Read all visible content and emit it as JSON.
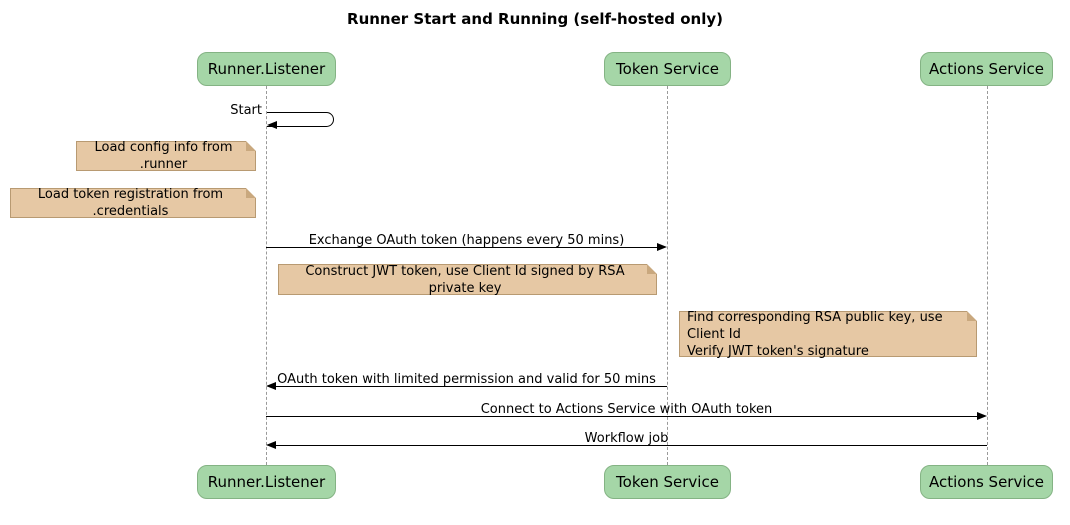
{
  "title": "Runner Start and Running (self-hosted only)",
  "participants": [
    "Runner.Listener",
    "Token Service",
    "Actions Service"
  ],
  "messages": {
    "start": "Start",
    "exchange": "Exchange OAuth token (happens every 50 mins)",
    "oauth_return": "OAuth token with limited permission and valid for 50 mins",
    "connect": "Connect to Actions Service with OAuth token",
    "workflow": "Workflow job"
  },
  "notes": {
    "load_config": "Load config info from .runner",
    "load_credentials": "Load token registration from .credentials",
    "construct_jwt": "Construct JWT token, use Client Id signed by RSA private key",
    "verify": [
      "Find corresponding RSA public key, use Client Id",
      "Verify JWT token's signature"
    ]
  },
  "colors": {
    "participant_fill": "#a5d6a7",
    "participant_border": "#84b384",
    "note_fill": "#e6c8a4",
    "note_border": "#b89a72",
    "line": "#000000"
  }
}
